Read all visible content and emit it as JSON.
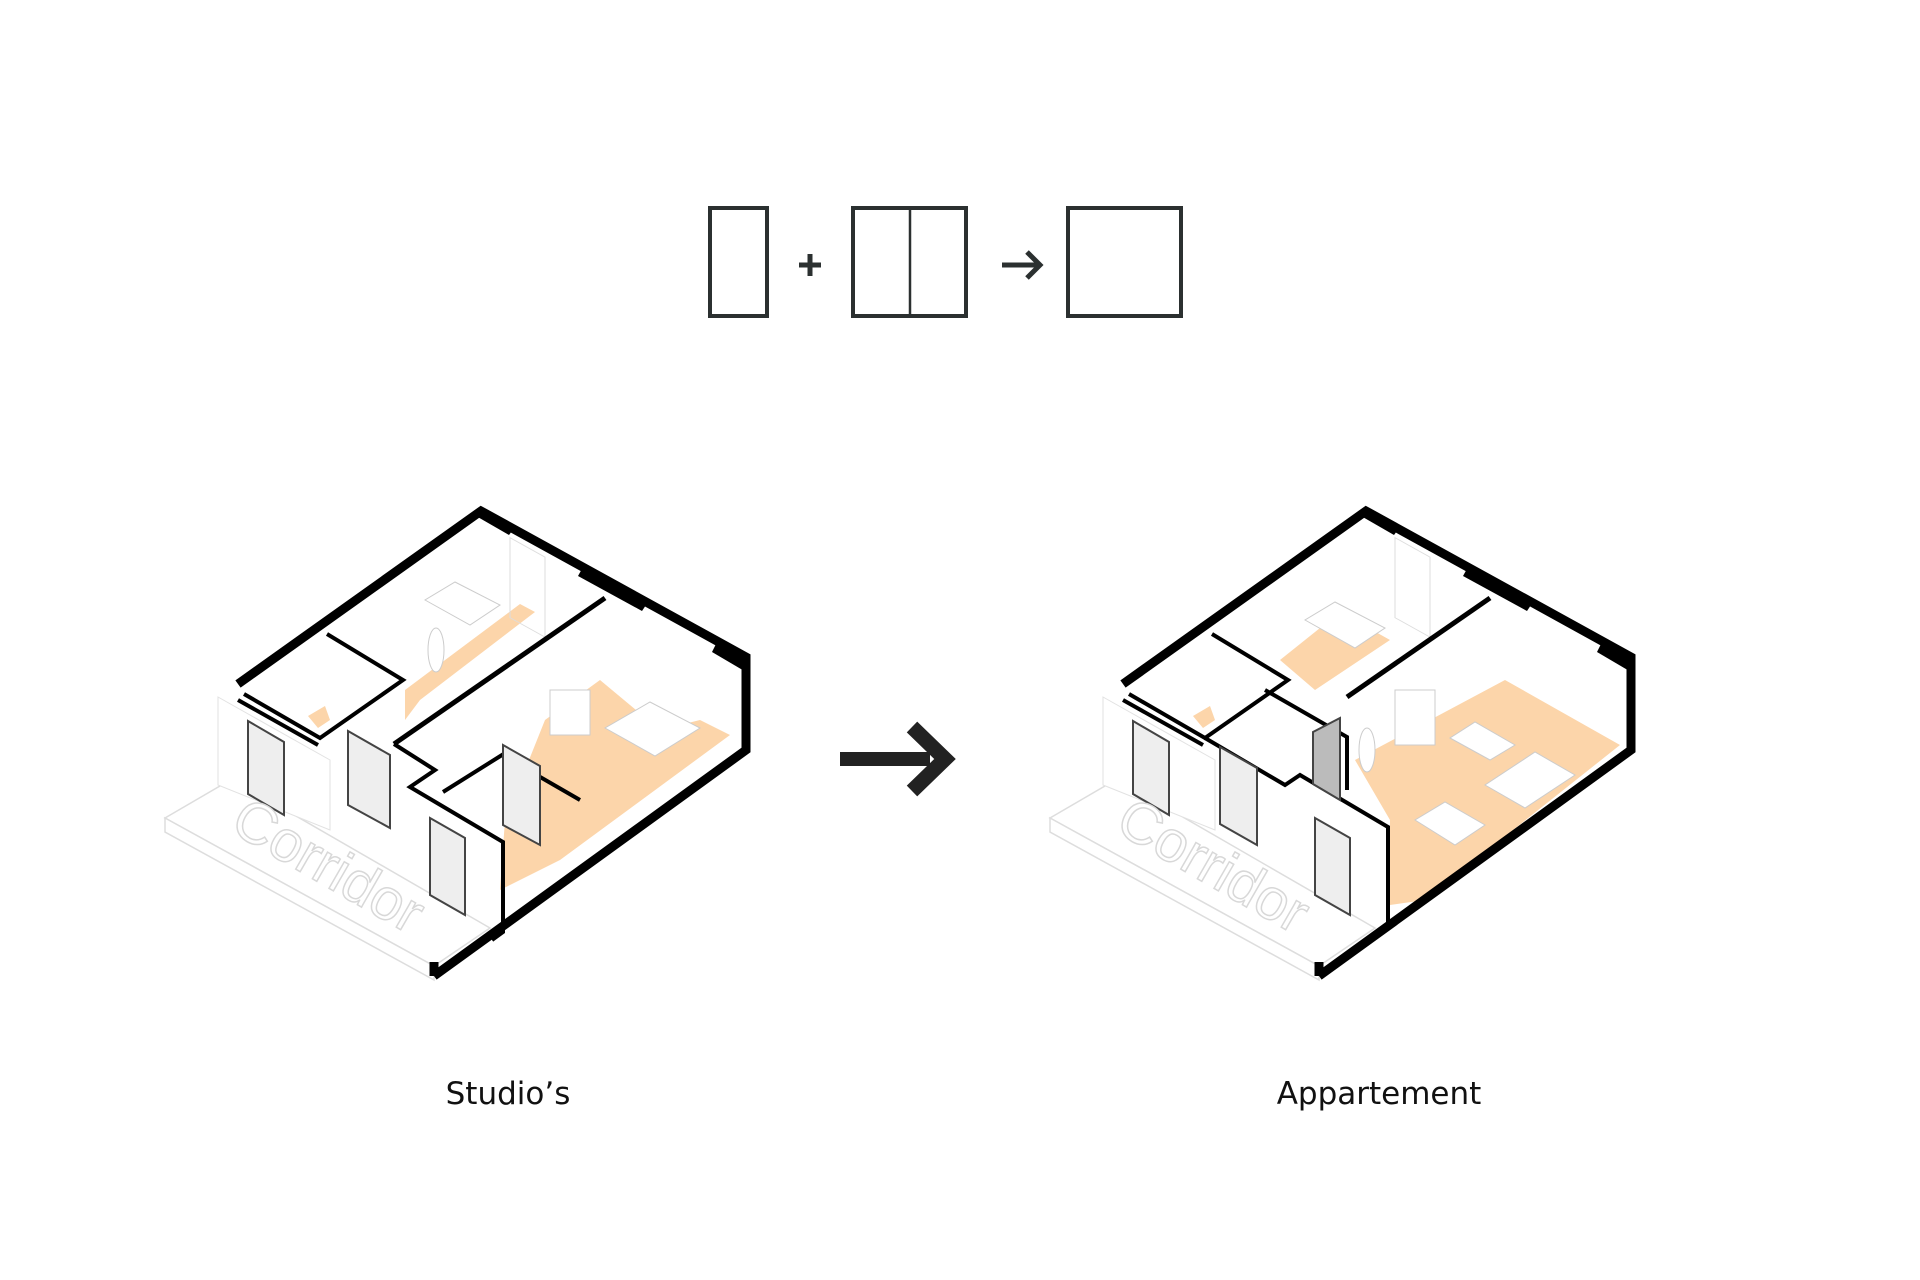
{
  "schema": {
    "operators": [
      "+",
      "→"
    ]
  },
  "left": {
    "label": "Studio’s",
    "corridor": "Corridor"
  },
  "right": {
    "label": "Appartement",
    "corridor": "Corridor"
  },
  "colors": {
    "floor": "#fcd5aa",
    "wall": "#000000",
    "schema": "#2b3030"
  }
}
